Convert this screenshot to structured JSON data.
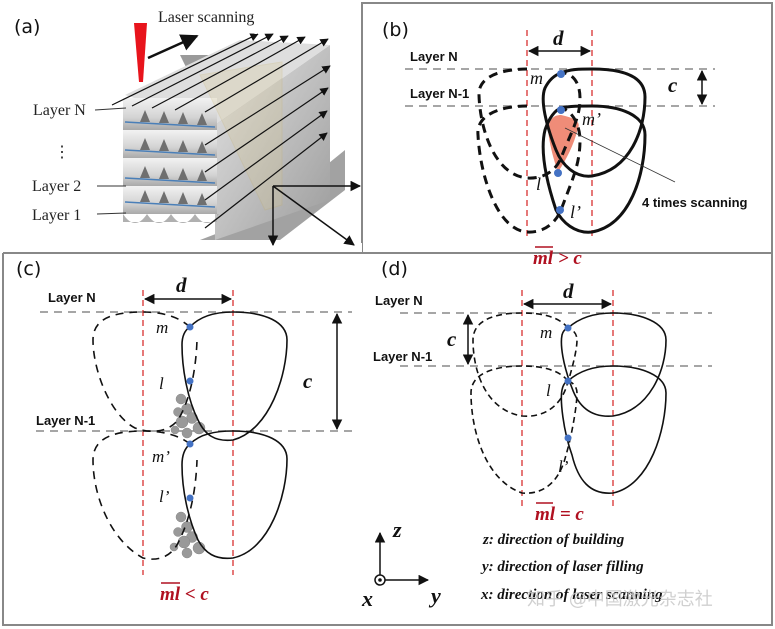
{
  "panels": {
    "a": {
      "label": "(a)",
      "title": "Laser scanning",
      "layer_labels": [
        "Layer N",
        "Layer 2",
        "Layer 1"
      ],
      "ellipsis": "⋮",
      "laser_color": "#e8141c"
    },
    "b": {
      "label": "(b)",
      "layer_n": "Layer N",
      "layer_n1": "Layer N-1",
      "d": "d",
      "c": "c",
      "points": [
        "m",
        "m’",
        "l",
        "l’"
      ],
      "annotation": "4 times scanning",
      "condition": "ml > c",
      "condition_var": "ml",
      "condition_rest": " > c",
      "fill_color": "#ef8c78"
    },
    "c": {
      "label": "(c)",
      "layer_n": "Layer N",
      "layer_n1": "Layer N-1",
      "d": "d",
      "c": "c",
      "points": [
        "m",
        "l",
        "m’",
        "l’"
      ],
      "condition_var": "ml",
      "condition_rest": " < c",
      "powder_color": "#999999"
    },
    "d": {
      "label": "(d)",
      "layer_n": "Layer N",
      "layer_n1": "Layer N-1",
      "d": "d",
      "c": "c",
      "points": [
        "m",
        "l",
        "l’"
      ],
      "condition_var": "ml",
      "condition_rest": " = c"
    }
  },
  "axes": {
    "z": "z",
    "y": "y",
    "x": "x",
    "legend": [
      "z: direction of building",
      "y: direction of laser filling",
      "x: direction of laser scanning"
    ]
  },
  "watermark": "知乎 @中国激光杂志社",
  "colors": {
    "guide_red": "#d42020",
    "point_blue": "#4472c4",
    "condition_red": "#b01020"
  }
}
